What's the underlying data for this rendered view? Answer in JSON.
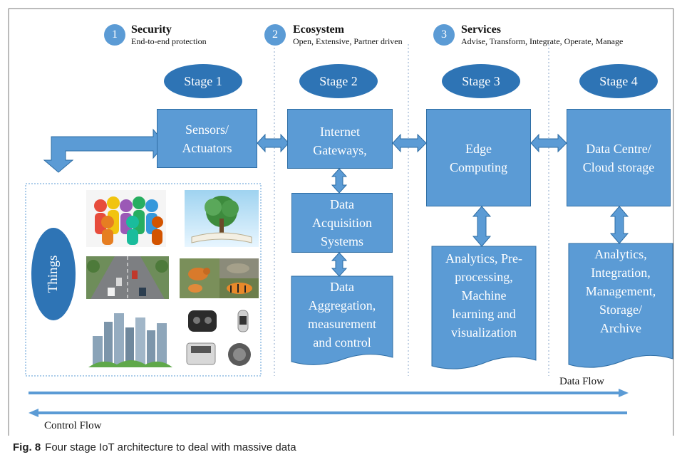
{
  "headers": [
    {
      "num": "1",
      "title": "Security",
      "subtitle": "End-to-end protection"
    },
    {
      "num": "2",
      "title": "Ecosystem",
      "subtitle": "Open, Extensive, Partner driven"
    },
    {
      "num": "3",
      "title": "Services",
      "subtitle": "Advise, Transform, Integrate, Operate, Manage"
    }
  ],
  "stages": [
    "Stage 1",
    "Stage 2",
    "Stage 3",
    "Stage 4"
  ],
  "boxes": {
    "sensors": [
      "Sensors/",
      "Actuators"
    ],
    "gateways": [
      "Internet",
      "Gateways,"
    ],
    "daq": [
      "Data",
      "Acquisition",
      "Systems"
    ],
    "edge": [
      "Edge",
      "Computing"
    ],
    "datacentre": [
      "Data Centre/",
      "Cloud storage"
    ]
  },
  "documents": {
    "aggregation": [
      "Data",
      "Aggregation,",
      "measurement",
      "and control"
    ],
    "analytics3": [
      "Analytics, Pre-",
      "processing,",
      "Machine",
      "learning and",
      "visualization"
    ],
    "analytics4": [
      "Analytics,",
      "Integration,",
      "Management,",
      "Storage/",
      "Archive"
    ]
  },
  "things_label": "Things",
  "data_flow_label": "Data Flow",
  "control_flow_label": "Control Flow",
  "caption": {
    "prefix": "Fig. 8",
    "text": "Four stage IoT architecture to deal with massive data"
  },
  "colors": {
    "box": "#5b9bd5",
    "oval": "#2e74b5",
    "arrow": "#5b9bd5",
    "border": "#2e6da4"
  }
}
